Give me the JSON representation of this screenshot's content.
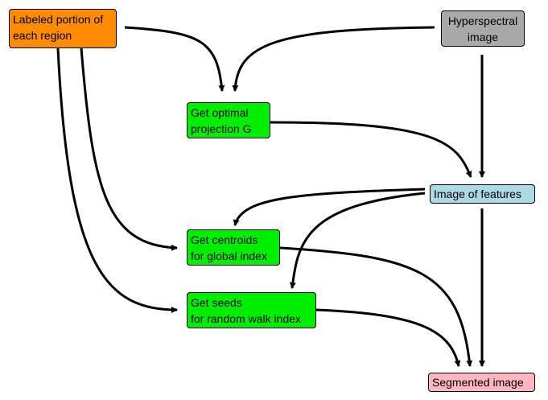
{
  "nodes": {
    "labeled": {
      "line1": "Labeled portion of",
      "line2": "each region",
      "color": "#ff8c00"
    },
    "hyper": {
      "line1": "Hyperspectral",
      "line2": "image",
      "color": "#a9a9a9"
    },
    "projection": {
      "line1": "Get optimal",
      "line2": "projection G",
      "color": "#00ee00"
    },
    "features": {
      "line1": "Image of features",
      "color": "#add8e6"
    },
    "centroids": {
      "line1": "Get centroids",
      "line2": "for global index",
      "color": "#00ee00"
    },
    "seeds": {
      "line1": "Get seeds",
      "line2": "for random walk index",
      "color": "#00ee00"
    },
    "segmented": {
      "line1": "Segmented image",
      "color": "#ffb6c1"
    }
  }
}
